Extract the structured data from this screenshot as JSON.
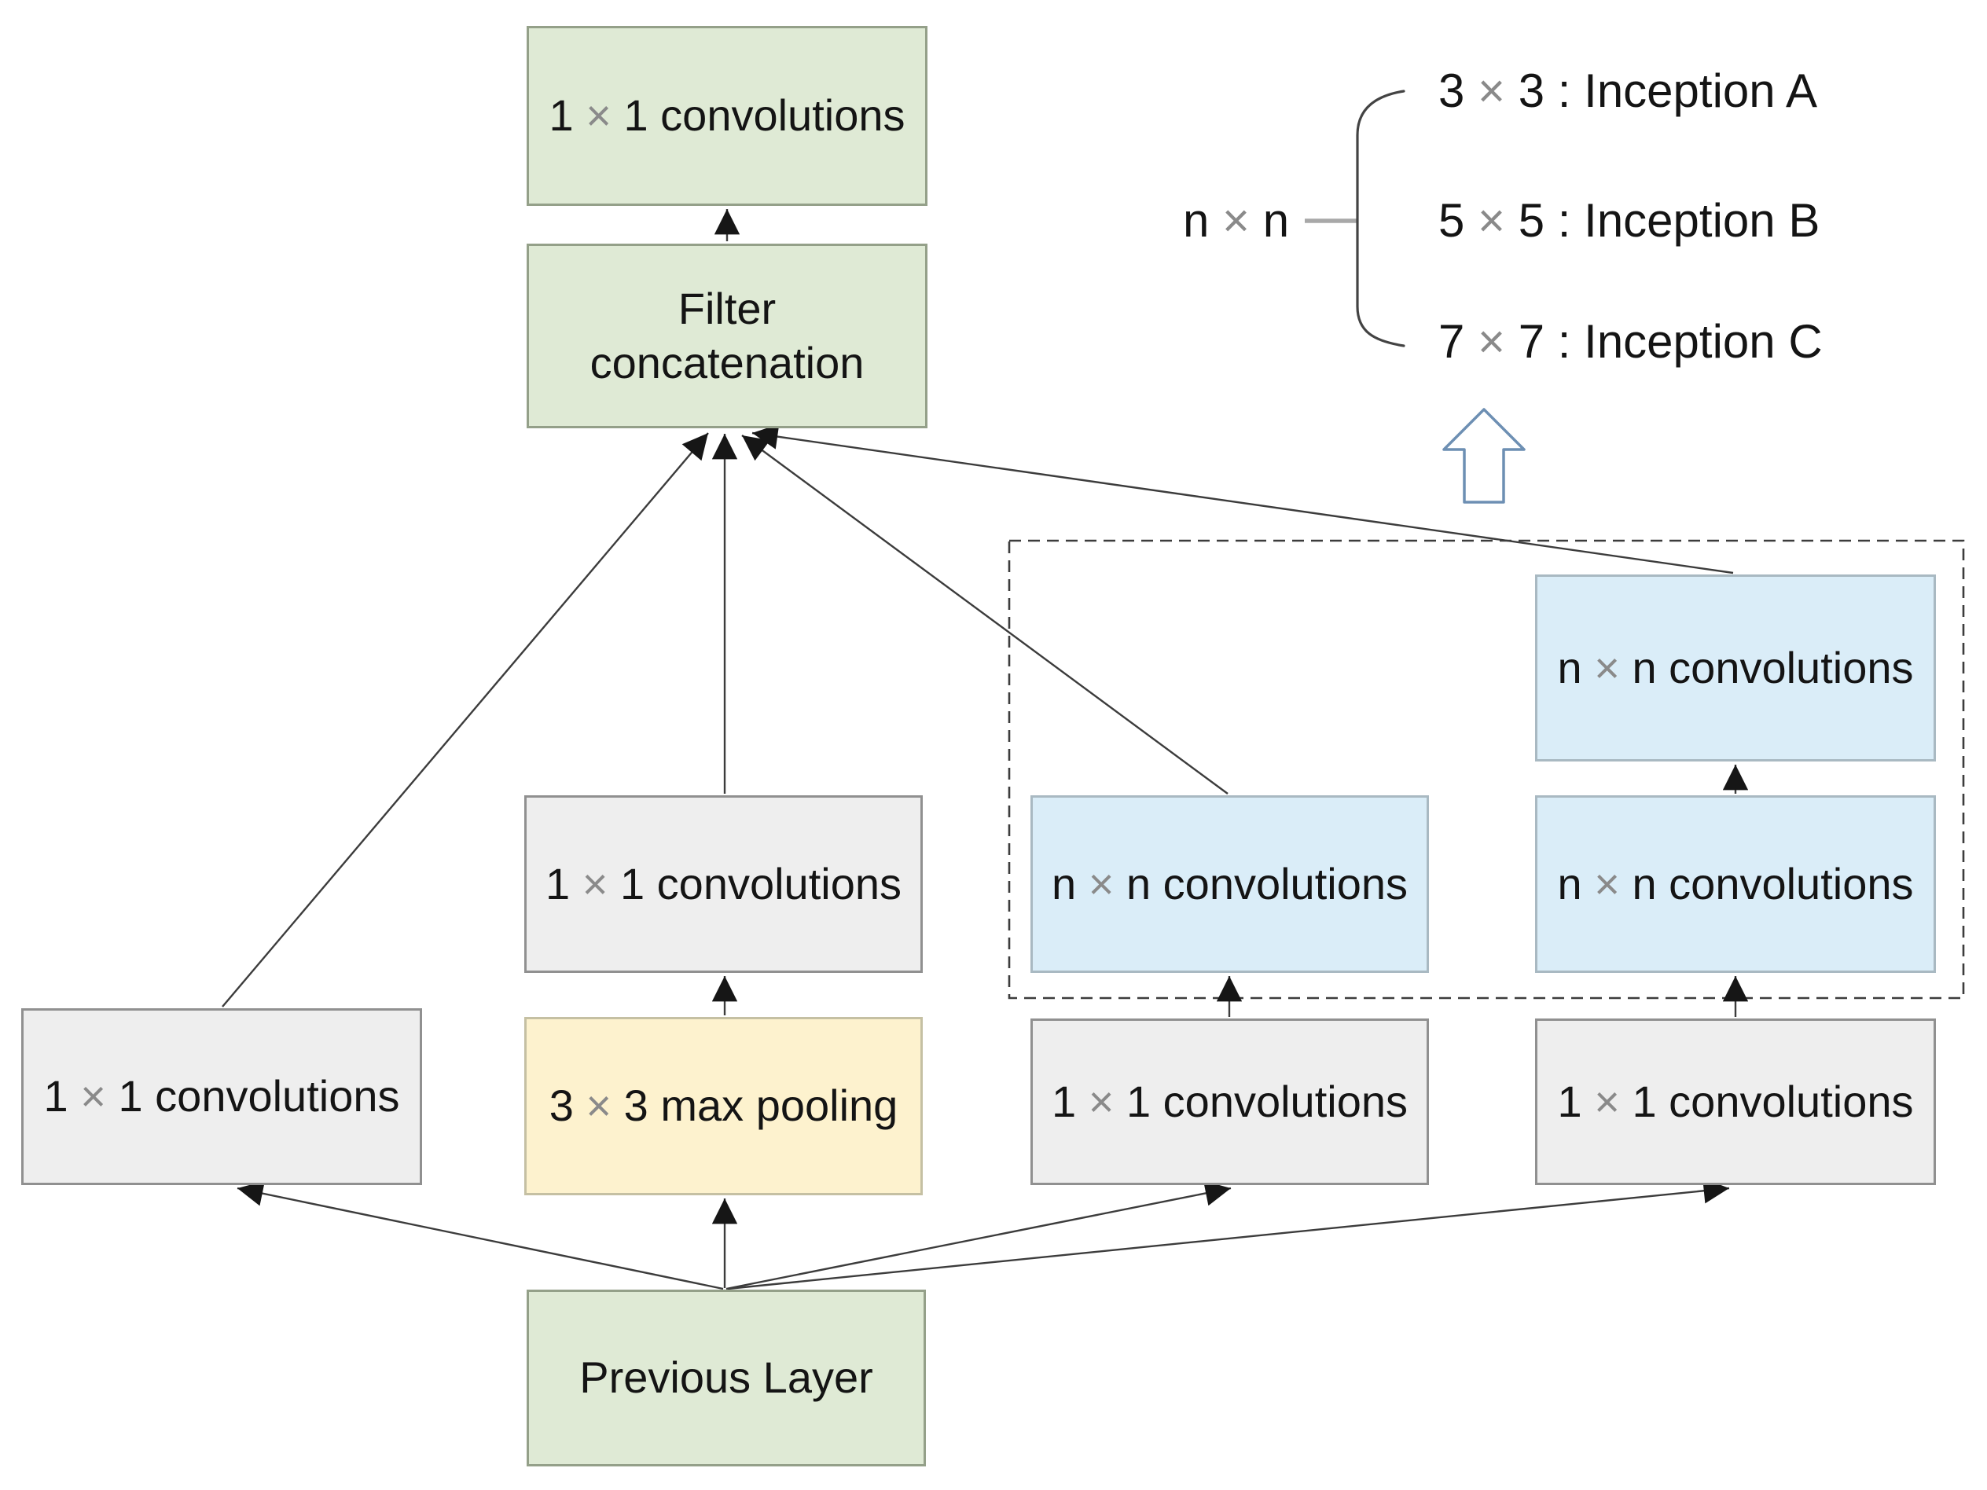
{
  "boxes": {
    "top_conv": {
      "label": "1 × 1 convolutions"
    },
    "filter_concat": {
      "label": "Filter\nconcatenation"
    },
    "left_conv": {
      "label": "1 × 1 convolutions"
    },
    "pool_proj_conv": {
      "label": "1 × 1 convolutions"
    },
    "max_pool": {
      "label": "3 × 3 max pooling"
    },
    "b3_conv1x1": {
      "label": "1 × 1 convolutions"
    },
    "b3_convnxn": {
      "label": "n × n convolutions"
    },
    "b4_conv1x1": {
      "label": "1 × 1 convolutions"
    },
    "b4_convnxn_lower": {
      "label": "n × n convolutions"
    },
    "b4_convnxn_upper": {
      "label": "n × n convolutions"
    },
    "previous_layer": {
      "label": "Previous Layer"
    }
  },
  "legend": {
    "prefix": "n × n",
    "items": [
      {
        "label": "3 × 3 : Inception A"
      },
      {
        "label": "5 × 5 : Inception B"
      },
      {
        "label": "7 × 7 : Inception C"
      }
    ]
  },
  "colors": {
    "green_fill": "#dfead5",
    "gray_fill": "#eeeeee",
    "yellow_fill": "#fdf2ce",
    "blue_fill": "#daedf8",
    "block_arrow_outline": "#6d8fb3",
    "connector": "#3c3c3c",
    "times_glyph": "#8a8a8a"
  }
}
